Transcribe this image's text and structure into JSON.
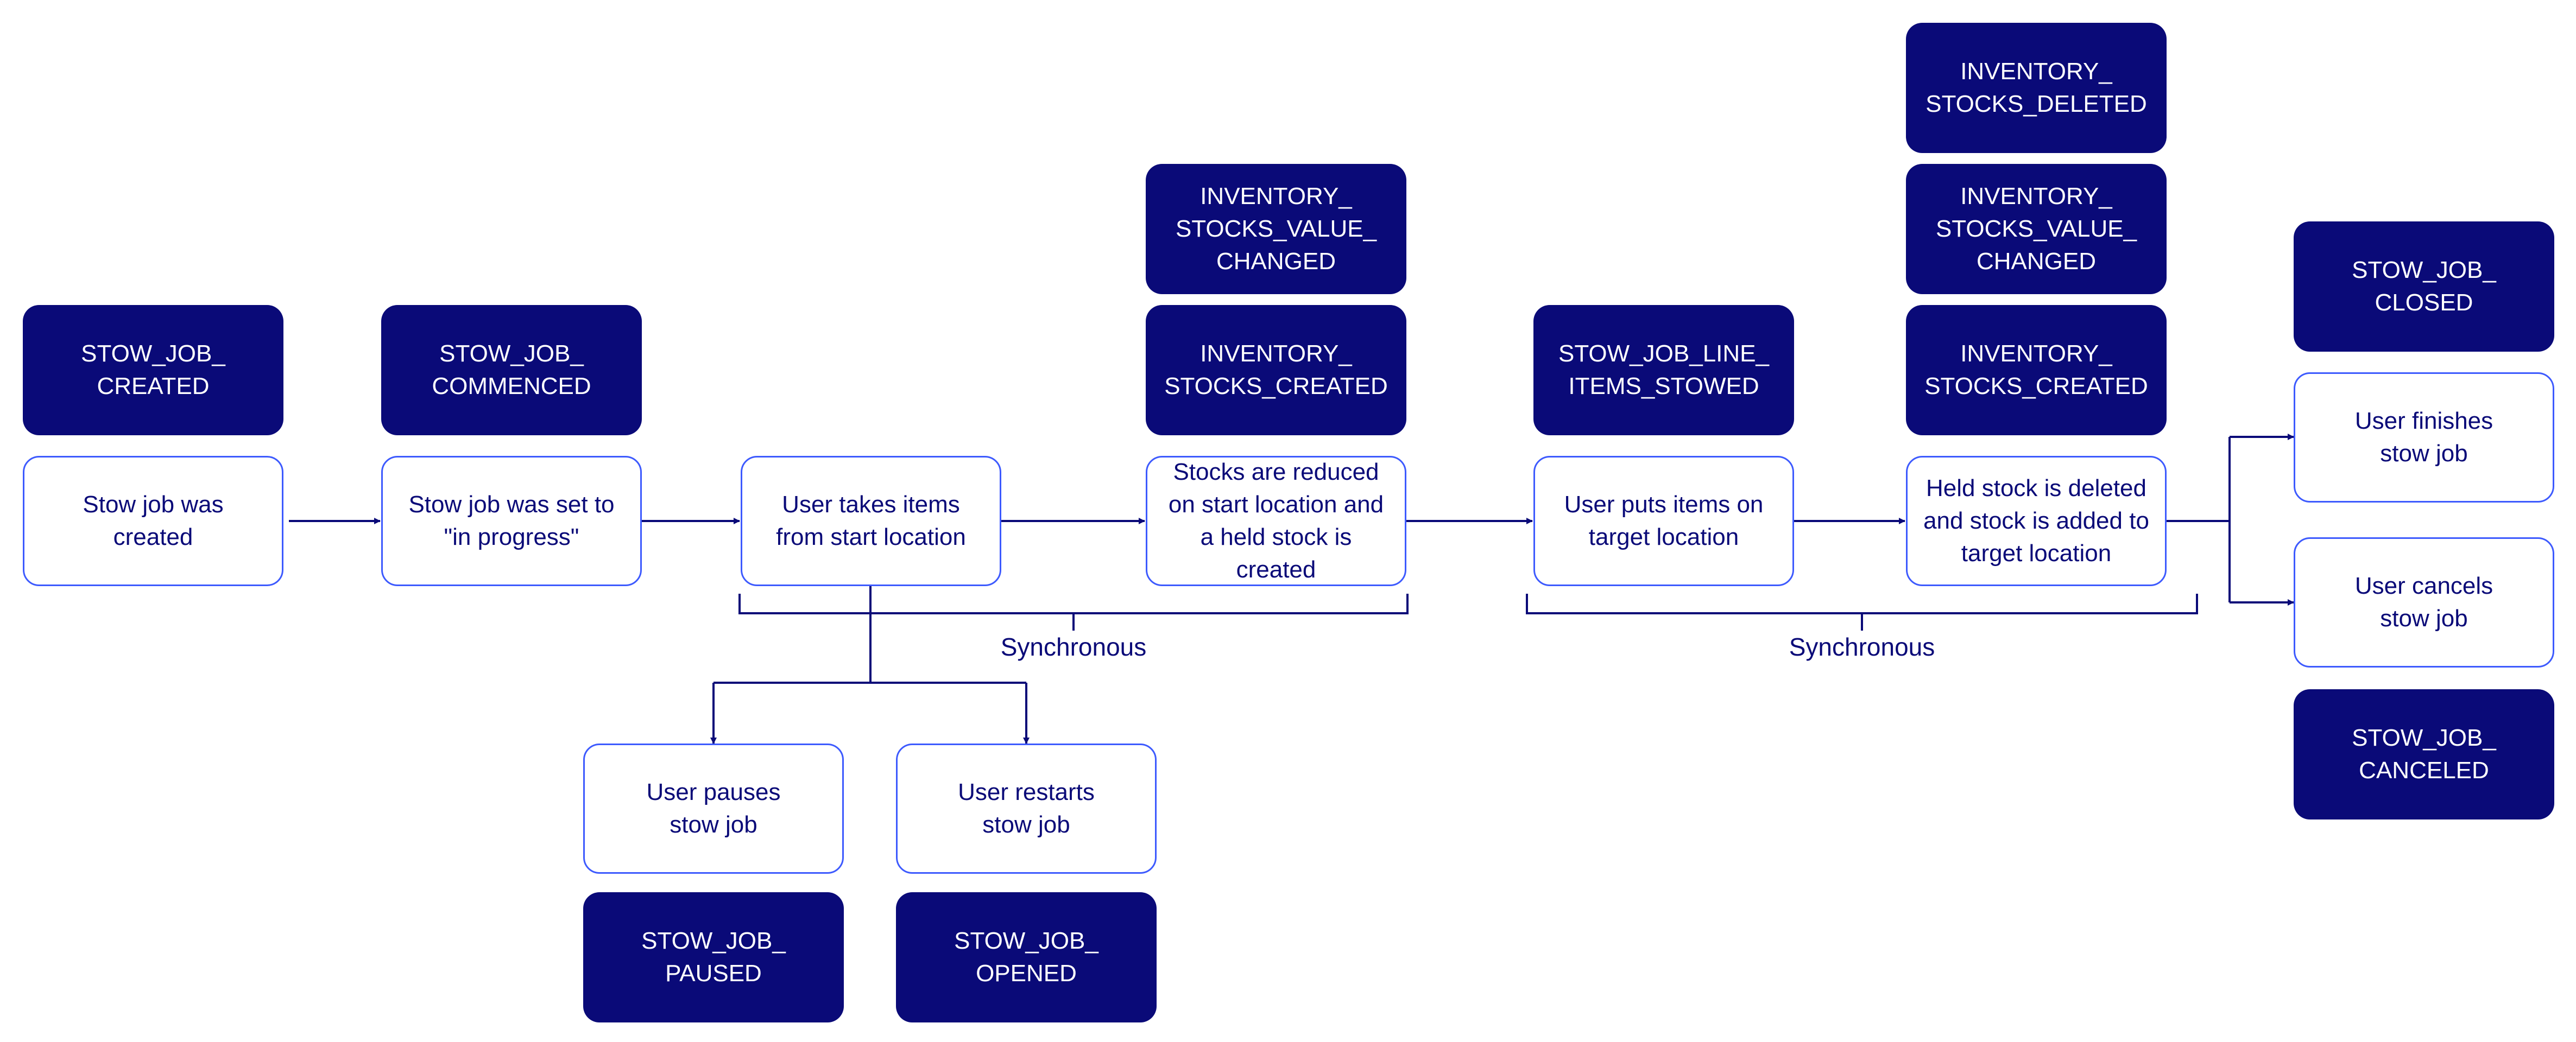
{
  "colors": {
    "event_fill": "#0a0a78",
    "event_text": "#ffffff",
    "step_border": "#3d5afe",
    "step_text": "#0a0a78",
    "line": "#0a0a78"
  },
  "events": {
    "stow_job_created": "STOW_JOB_\nCREATED",
    "stow_job_commenced": "STOW_JOB_\nCOMMENCED",
    "inventory_stocks_value_changed_1": "INVENTORY_\nSTOCKS_VALUE_\nCHANGED",
    "inventory_stocks_created_1": "INVENTORY_\nSTOCKS_CREATED",
    "stow_job_line_items_stowed": "STOW_JOB_LINE_\nITEMS_STOWED",
    "inventory_stocks_deleted": "INVENTORY_\nSTOCKS_DELETED",
    "inventory_stocks_value_changed_2": "INVENTORY_\nSTOCKS_VALUE_\nCHANGED",
    "inventory_stocks_created_2": "INVENTORY_\nSTOCKS_CREATED",
    "stow_job_closed": "STOW_JOB_\nCLOSED",
    "stow_job_canceled": "STOW_JOB_\nCANCELED",
    "stow_job_paused": "STOW_JOB_\nPAUSED",
    "stow_job_opened": "STOW_JOB_\nOPENED"
  },
  "steps": {
    "stow_job_was_created": "Stow job was\ncreated",
    "set_in_progress": "Stow job was set to\n\"in progress\"",
    "user_takes_items": "User takes items\nfrom start location",
    "stocks_reduced": "Stocks are reduced\non start location and\na held stock is\ncreated",
    "user_puts_items": "User puts items on\ntarget location",
    "held_stock_deleted": "Held stock is deleted\nand stock is added to\ntarget location",
    "user_finishes": "User finishes\nstow job",
    "user_cancels": "User cancels\nstow job",
    "user_pauses": "User pauses\nstow job",
    "user_restarts": "User restarts\nstow job"
  },
  "sync": {
    "label_1": "Synchronous",
    "label_2": "Synchronous"
  }
}
